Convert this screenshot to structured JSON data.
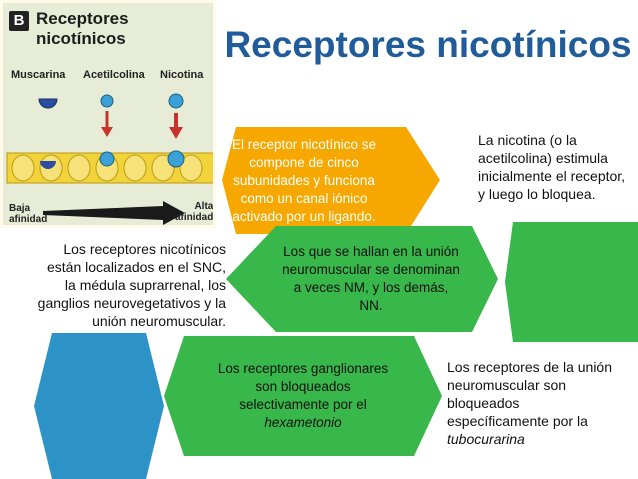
{
  "title": "Receptores nicotínicos",
  "figure": {
    "badge": "B",
    "title": "Receptores nicotínicos",
    "labels": [
      "Muscarina",
      "Acetilcolina",
      "Nicotina"
    ],
    "axis_left": [
      "Baja",
      "afinidad"
    ],
    "axis_right": [
      "Alta",
      "afinidad"
    ]
  },
  "boxes": {
    "composition": "El receptor nicotínico se compone de cinco subunidades y funciona como un canal iónico activado por un ligando.",
    "stimulation": "La nicotina (o la acetilcolina) estimula inicialmente el receptor, y luego lo bloquea.",
    "location": "Los receptores nicotínicos están localizados en el SNC, la médula suprarrenal, los ganglios neurovegetativos y la unión neuromuscular.",
    "nm": "Los que se hallan en la unión neuromuscular se denominan a veces NM, y los demás, NN.",
    "ganglionic": "Los receptores ganglionares son bloqueados selectivamente por el",
    "ganglionic_drug": "hexametonio",
    "neuromuscular": "Los receptores de la unión neuromuscular son bloqueados específicamente por la",
    "neuromuscular_drug": "tubocurarina"
  },
  "colors": {
    "title": "#1f5c99",
    "orange": "#f7a800",
    "green": "#38b74a",
    "blue": "#2d93c6"
  }
}
